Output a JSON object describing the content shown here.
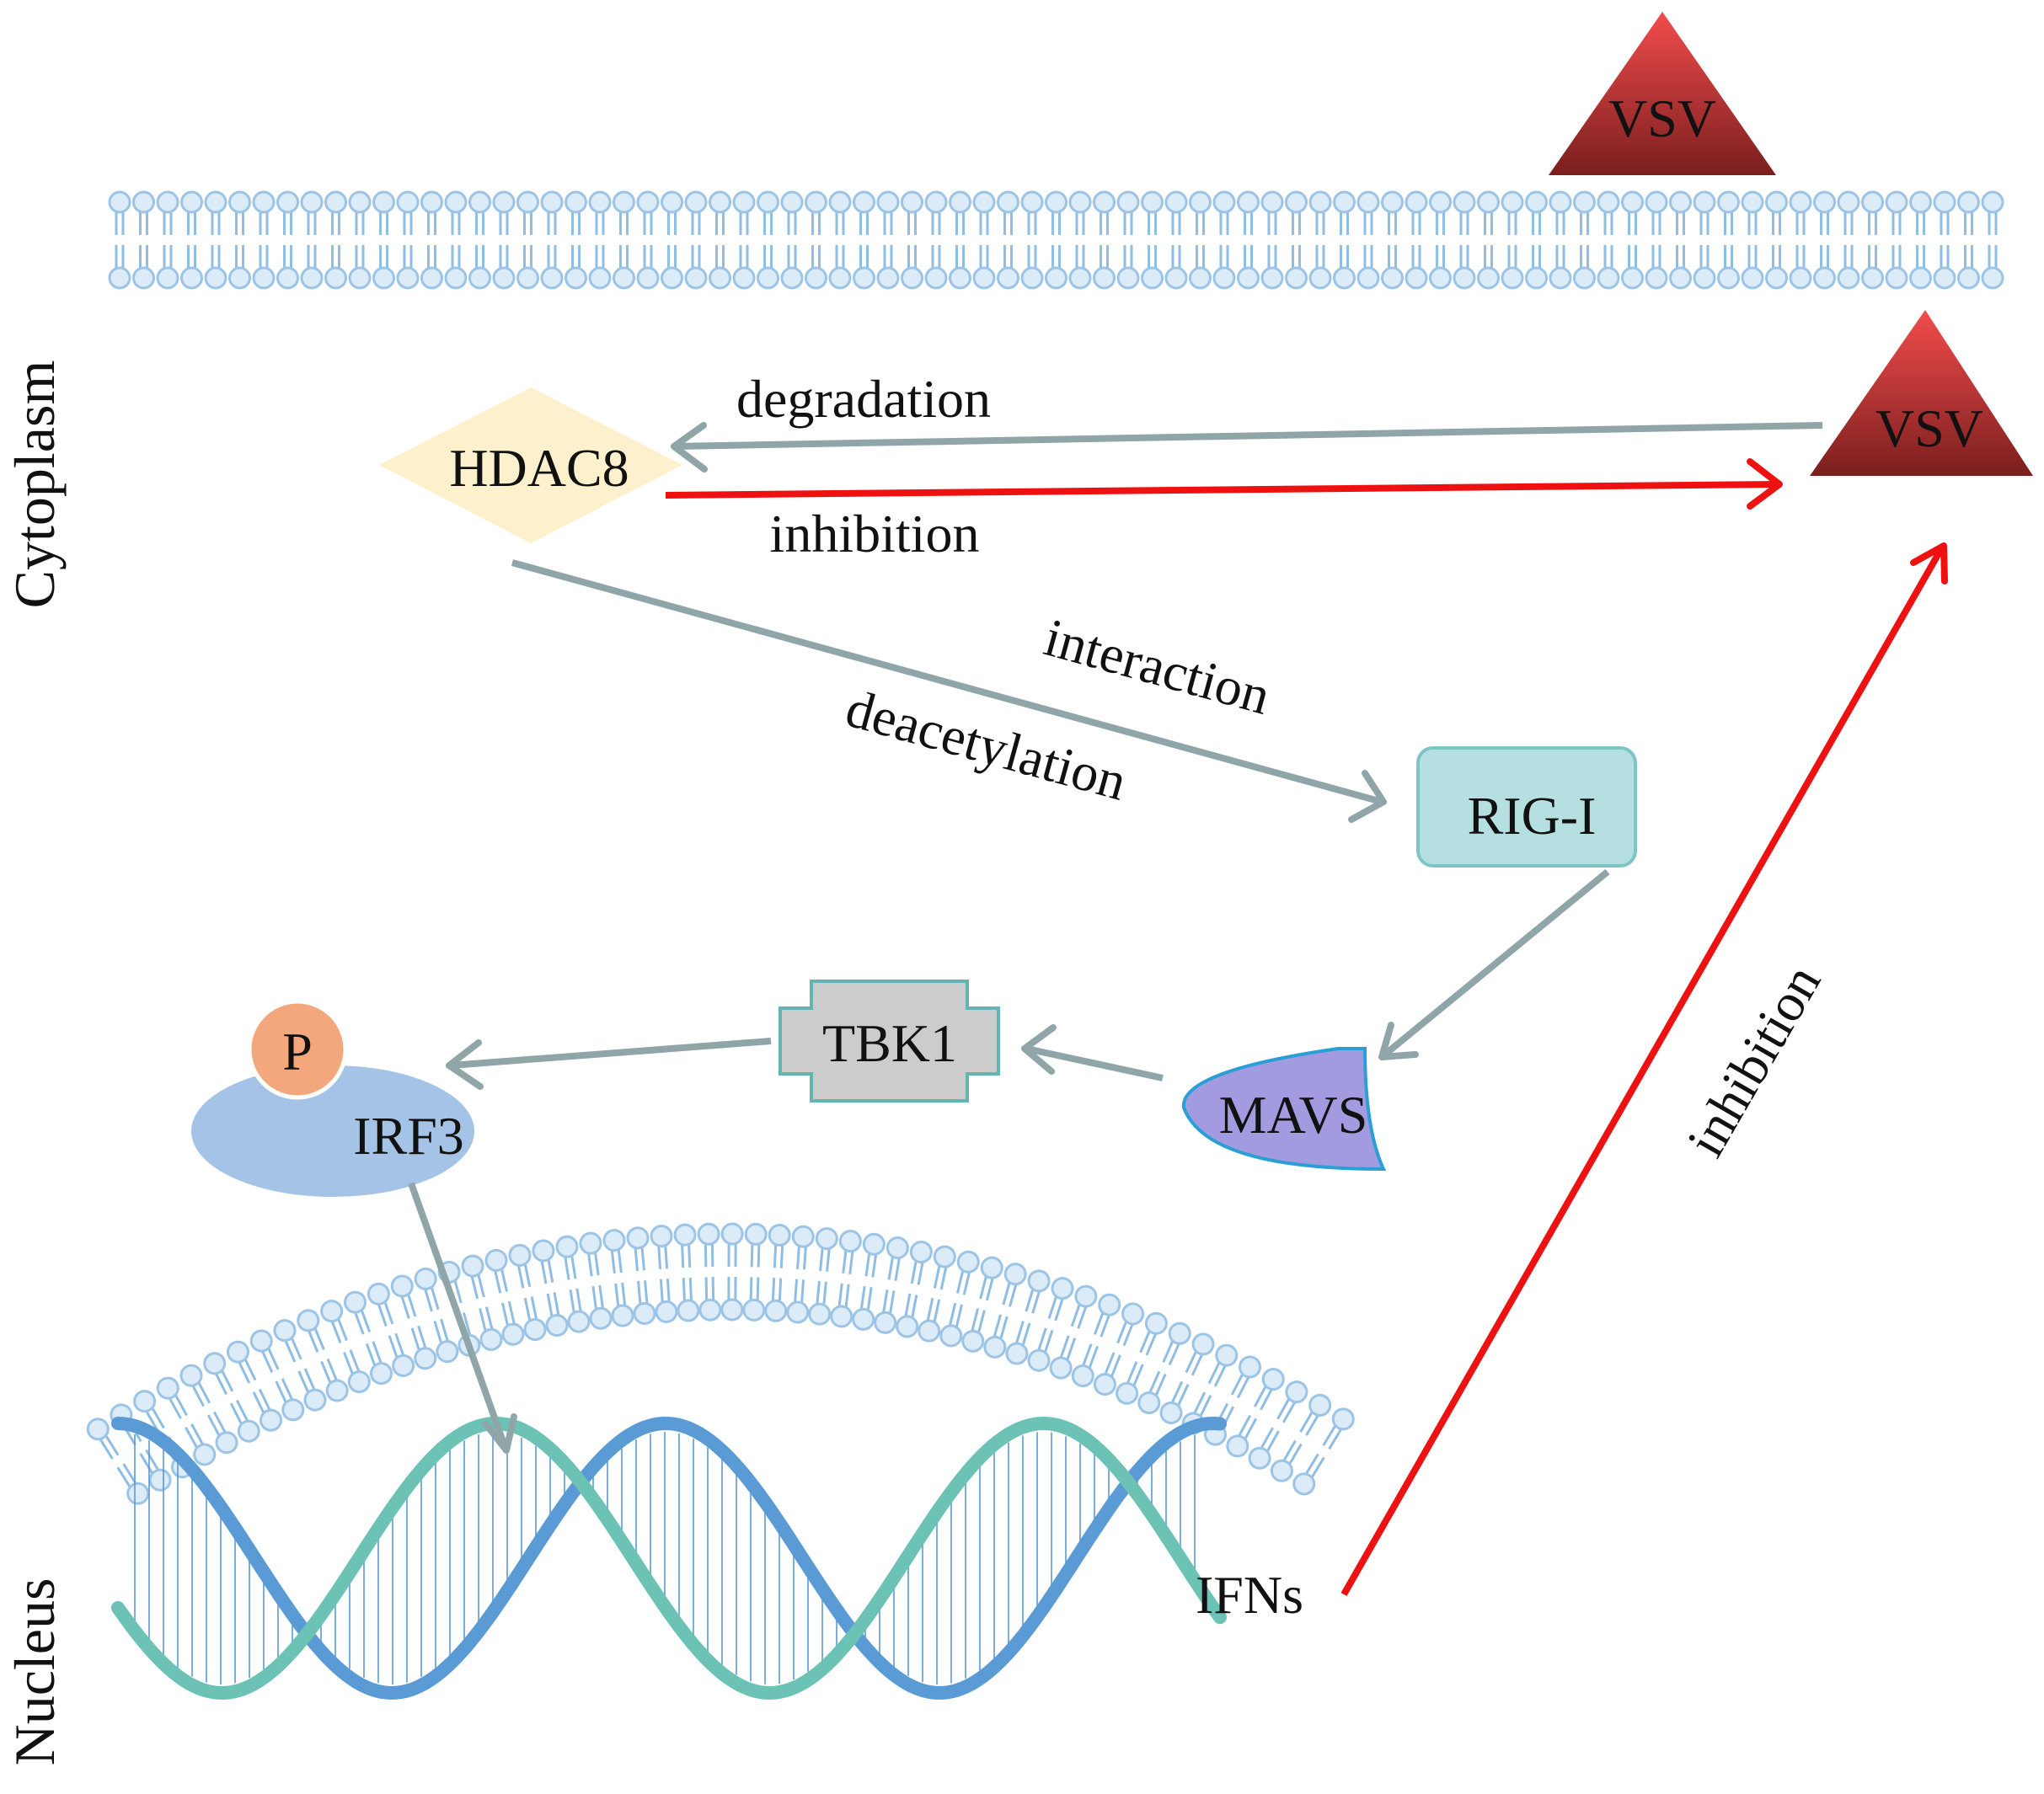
{
  "regions": {
    "cytoplasm": "Cytoplasm",
    "nucleus": "Nucleus"
  },
  "nodes": {
    "vsv_outside": "VSV",
    "vsv_inside": "VSV",
    "hdac8": "HDAC8",
    "rigi": "RIG-I",
    "mavs": "MAVS",
    "tbk1": "TBK1",
    "phospho": "P",
    "irf3": "IRF3",
    "ifns": "IFNs"
  },
  "edges": {
    "degradation": "degradation",
    "inhibition_top": "inhibition",
    "interaction": "interaction",
    "deacetylation": "deacetylation",
    "inhibition_ifn": "inhibition"
  },
  "colors": {
    "gray_arrow": "#8fa5a7",
    "red_arrow": "#ee1111",
    "hdac8_fill": "#fdf0cc",
    "rigi_fill": "#b6dfe1",
    "rigi_stroke": "#7fc4c6",
    "tbk1_fill": "#cccccc",
    "tbk1_stroke": "#66b3b3",
    "mavs_fill": "#a39be0",
    "mavs_stroke": "#2a9fd6",
    "irf3_fill": "#a4c3e6",
    "phospho_fill": "#f2a77c",
    "vsv_top": "#f24c4c",
    "vsv_bottom": "#7a1e1e",
    "lipid_head": "#dcebf8",
    "lipid_head_stroke": "#9cc4e6",
    "lipid_tail": "#8fbde3",
    "dna_blue": "#5b9bd5",
    "dna_teal": "#6cc3b5"
  }
}
